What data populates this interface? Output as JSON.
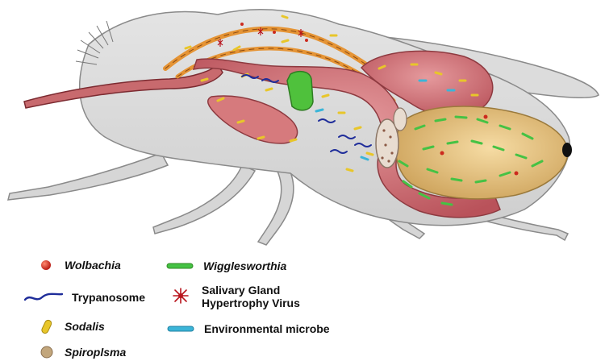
{
  "legend": {
    "wolbachia": {
      "label": "Wolbachia",
      "icon": "red-sphere-icon",
      "color": "#cc2a1e"
    },
    "trypanosome": {
      "label": "Trypanosome",
      "icon": "wavy-parasite-icon",
      "color": "#1f2d9a"
    },
    "sodalis": {
      "label": "Sodalis",
      "icon": "yellow-rod-icon",
      "color": "#e8c62a"
    },
    "spiroplasma": {
      "label": "Spiroplsma",
      "icon": "tan-disc-icon",
      "color": "#b89a6a"
    },
    "wigglesworthia": {
      "label": "Wigglesworthia",
      "icon": "green-rod-icon",
      "color": "#45c244"
    },
    "sghv": {
      "label_line1": "Salivary Gland",
      "label_line2": "Hypertrophy Virus",
      "icon": "red-star-virus-icon",
      "color": "#b8141c"
    },
    "environmental": {
      "label": "Environmental microbe",
      "icon": "blue-rod-icon",
      "color": "#3bb5d8"
    }
  }
}
